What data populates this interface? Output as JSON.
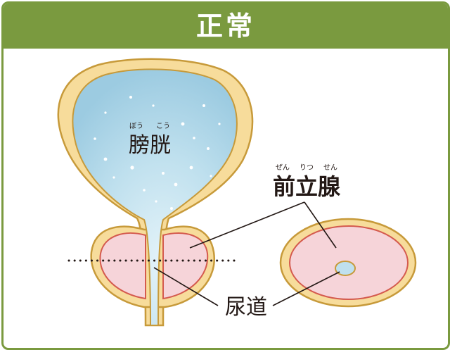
{
  "header": {
    "title": "正常"
  },
  "labels": {
    "bladder": {
      "text": "膀胱",
      "ruby": [
        "ぼう",
        "こう"
      ]
    },
    "prostate": {
      "text": "前立腺",
      "ruby": [
        "ぜん",
        "りつ",
        "せん"
      ]
    },
    "urethra": {
      "text": "尿道"
    }
  },
  "colors": {
    "header_green": "#7a9a3f",
    "wall_fill": "#f7dc9b",
    "wall_stroke": "#c79a3a",
    "bladder_inner": "#a9d3e6",
    "prostate_fill": "#f6d4d9",
    "prostate_stroke": "#d45a4e",
    "line": "#231815"
  }
}
